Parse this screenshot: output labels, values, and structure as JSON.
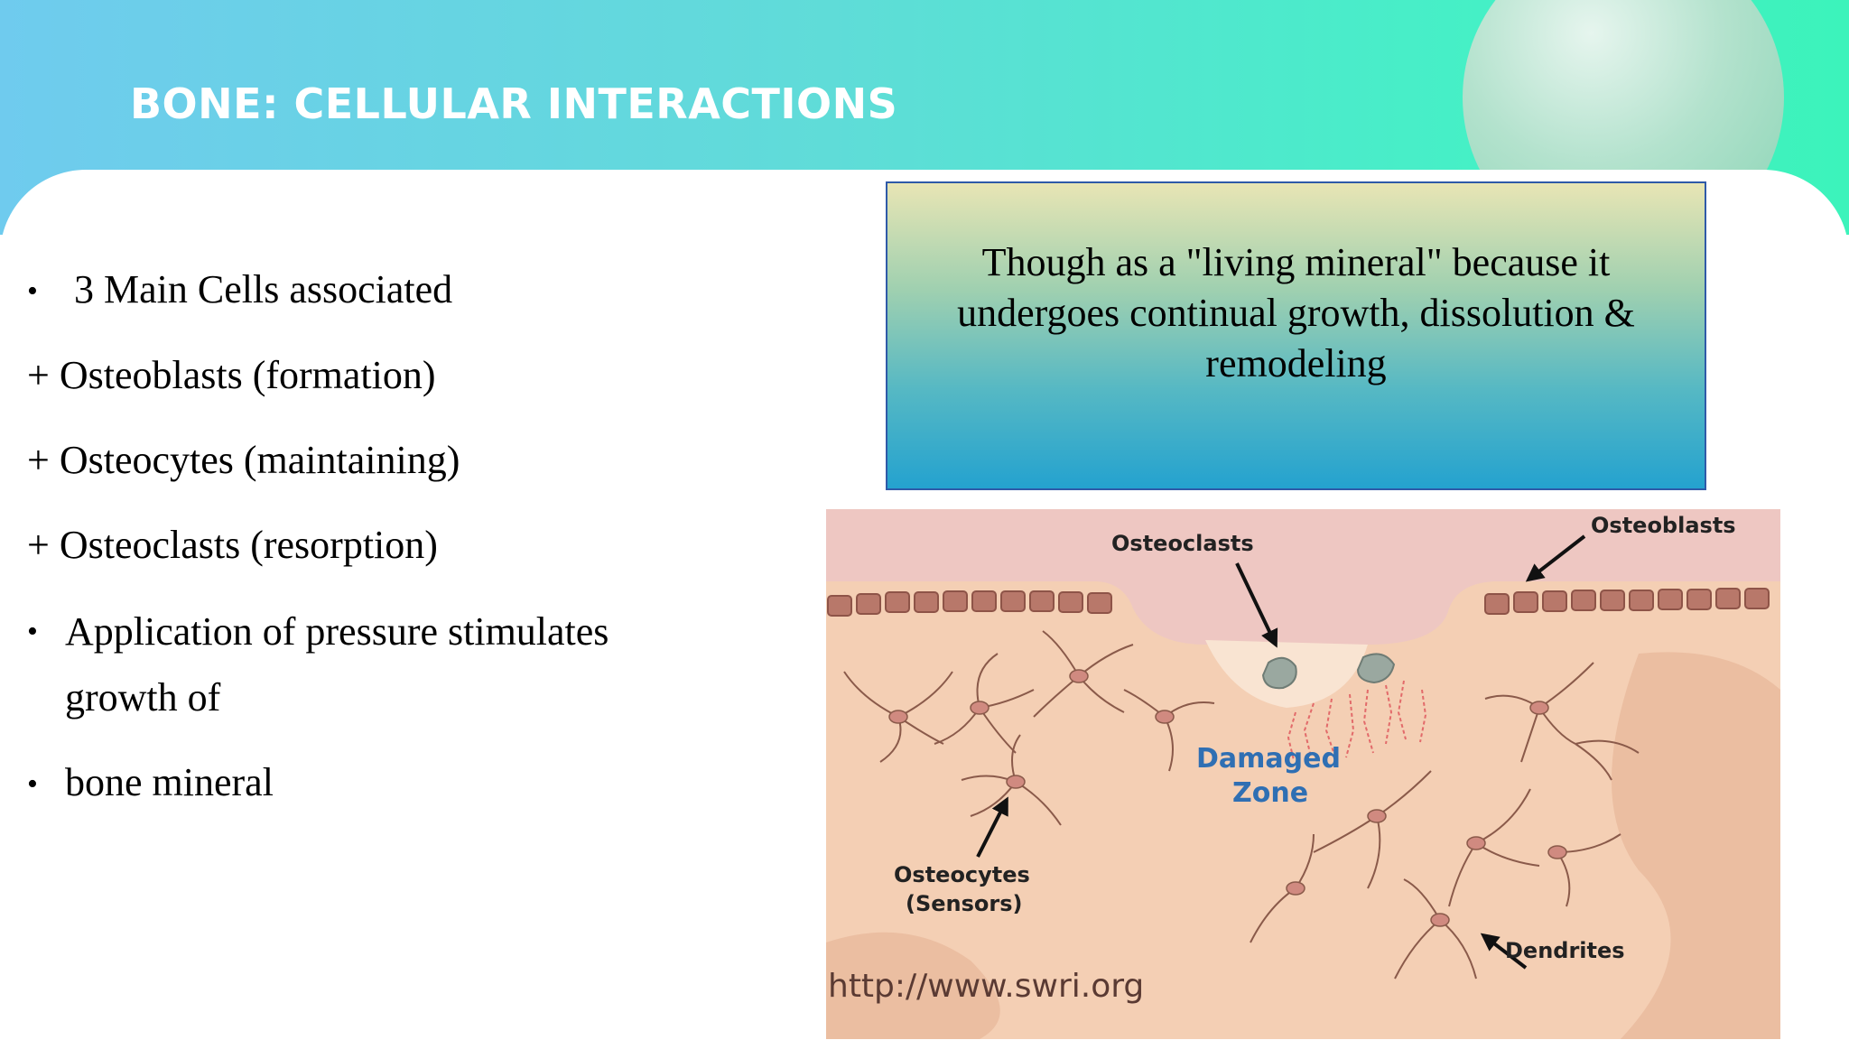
{
  "slide": {
    "title": "BONE: CELLULAR INTERACTIONS"
  },
  "bullets": {
    "item1": "3 Main Cells associated",
    "plus1": "+ Osteoblasts (formation)",
    "plus2": "+ Osteocytes (maintaining)",
    "plus3": "+ Osteoclasts (resorption)",
    "item2": "Application of pressure stimulates growth of",
    "item3": "bone mineral",
    "bullet_glyph": "•"
  },
  "note": {
    "text": "Though as a \"living mineral\" because it undergoes continual growth, dissolution & remodeling"
  },
  "figure": {
    "label_osteoclasts": "Osteoclasts",
    "label_osteoblasts": "Osteoblasts",
    "label_damaged_zone_1": "Damaged",
    "label_damaged_zone_2": "Zone",
    "label_osteocytes_1": "Osteocytes",
    "label_osteocytes_2": "(Sensors)",
    "label_dendrites": "Dendrites",
    "source_url": "http://www.swri.org"
  },
  "colors": {
    "header_gradient_start": "#6fcbee",
    "header_gradient_end": "#3cf3bb",
    "note_box_border": "#2f5aa8",
    "damaged_zone_text": "#2f6fb3",
    "bone_background": "#f4cfb4"
  }
}
